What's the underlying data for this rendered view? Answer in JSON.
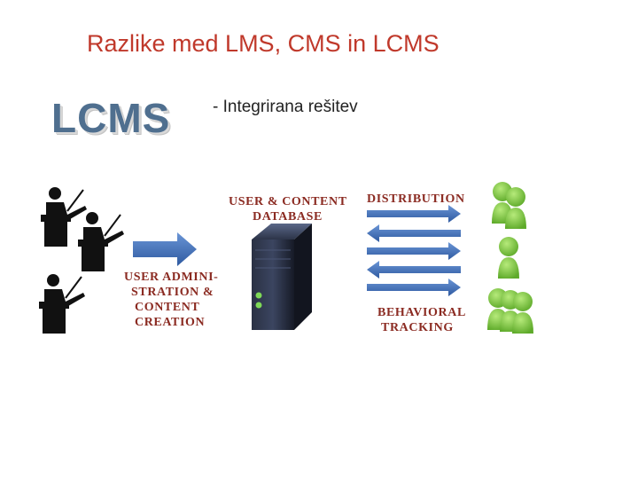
{
  "slide": {
    "title": "Razlike med  LMS, CMS in LCMS",
    "big_label": "LCMS",
    "bullet": "- Integrirana rešitev"
  },
  "diagram": {
    "admin_caption": [
      "User Admini-",
      "stration &",
      "Content",
      "Creation"
    ],
    "database_caption": [
      "User & Content",
      "Database"
    ],
    "distribution_caption": "Distribution",
    "tracking_caption": [
      "Behavioral",
      "Tracking"
    ],
    "colors": {
      "title": "#c0392b",
      "caption_red": "#8b2b22",
      "caption_blue": "#3b4f73",
      "arrow_blue": "#3e6db5",
      "user_green": "#7ac943",
      "server_dark": "#1f2533"
    },
    "icons": [
      "teacher-icon",
      "server-icon",
      "user-icon",
      "arrow-icon"
    ]
  }
}
